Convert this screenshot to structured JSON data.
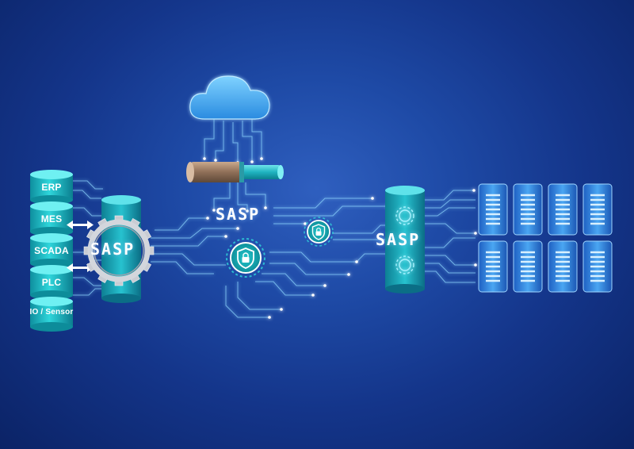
{
  "systems": [
    {
      "label": "ERP"
    },
    {
      "label": "MES"
    },
    {
      "label": "SCADA"
    },
    {
      "label": "PLC"
    },
    {
      "label": "IO / Sensor"
    }
  ],
  "nodes": {
    "left_gateway": "SASP",
    "center_platform": "SASP",
    "right_gateway": "SASP"
  },
  "colors": {
    "teal": "#19c3c9",
    "cyan_glow": "#7fe6ff",
    "server_blue": "#3a8fe8",
    "background": "#1e4aa6"
  },
  "icons": [
    "cloud-icon",
    "shield-lock-icon",
    "gear-icon",
    "server-icon",
    "double-arrow-icon"
  ]
}
